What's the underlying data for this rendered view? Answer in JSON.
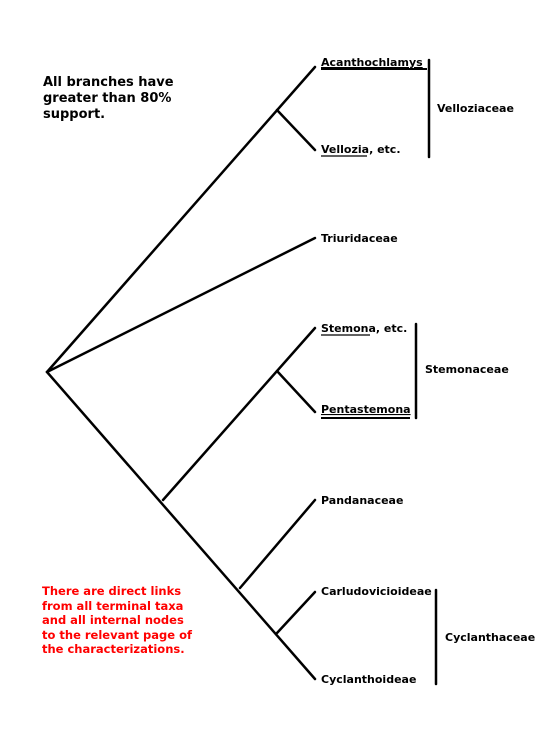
{
  "support_note": [
    "All branches have",
    "greater than 80%",
    "support."
  ],
  "links_note": [
    "There are direct links",
    "from all terminal taxa",
    "and all internal nodes",
    "to the relevant page of",
    "the characterizations."
  ],
  "taxa": {
    "acanthochlamys": "Acanthochlamys",
    "vellozia": "Vellozia",
    "vellozia_suffix": ", etc.",
    "triuridaceae": "Triuridaceae",
    "stemona": "Stemona",
    "stemona_suffix": ", etc.",
    "pentastemona": "Pentastemona",
    "pandanaceae": "Pandanaceae",
    "carludovicioideae": "Carludovicioideae",
    "cyclanthoideae": "Cyclanthoideae"
  },
  "families": {
    "velloziaceae": "Velloziaceae",
    "stemonaceae": "Stemonaceae",
    "cyclanthaceae": "Cyclanthaceae"
  },
  "colors": {
    "note_red": "#ff0000",
    "lines": "#000000"
  }
}
